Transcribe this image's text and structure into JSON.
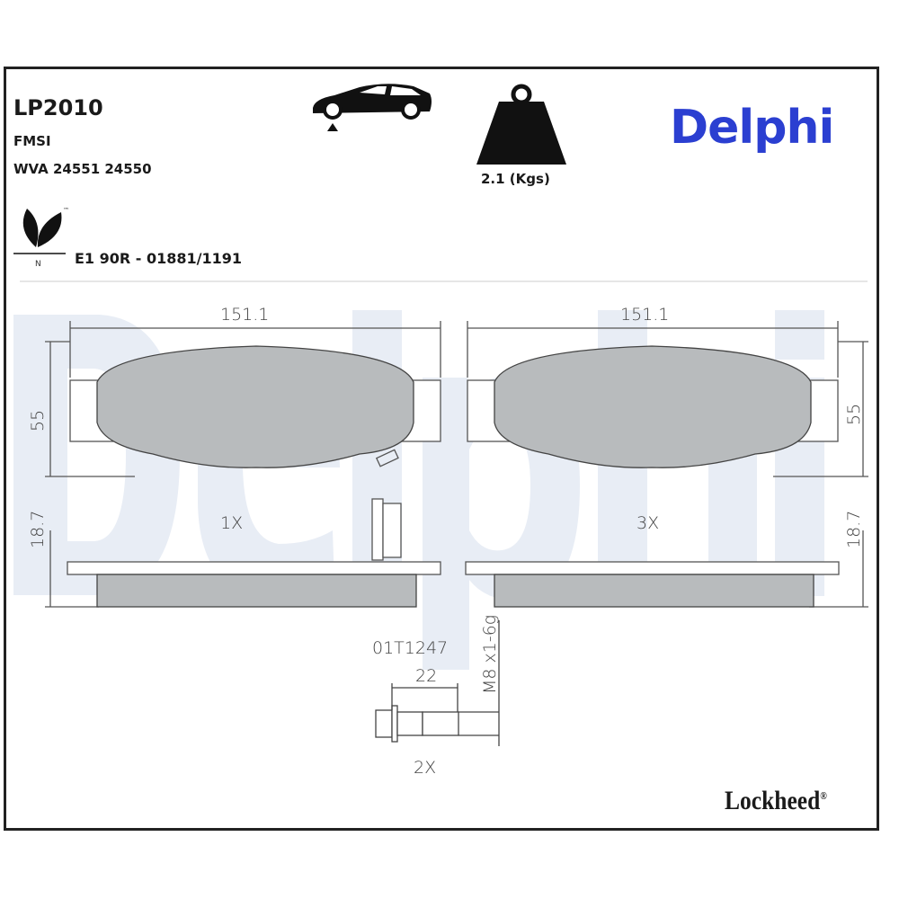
{
  "header": {
    "part_number": "LP2010",
    "fmsi_label": "FMSI",
    "wva": "WVA 24551 24550",
    "weight": "2.1 (Kgs)",
    "approval": "E1 90R - 01881/1191",
    "eco_tm": "™",
    "eco_letter": "N"
  },
  "brand": {
    "name": "Delphi",
    "color": "#2b3fd1",
    "watermark_color": "#e6ecf5",
    "sub_brand": "Lockheed",
    "registered": "®"
  },
  "drawing": {
    "pad_left": {
      "width": "151.1",
      "height": "55",
      "thickness": "18.7",
      "qty": "1X"
    },
    "pad_right": {
      "width": "151.1",
      "height": "55",
      "thickness": "18.7",
      "qty": "3X"
    },
    "bolt": {
      "code": "01T1247",
      "length": "22",
      "thread": "M8 x1-6g",
      "qty": "2X"
    }
  }
}
